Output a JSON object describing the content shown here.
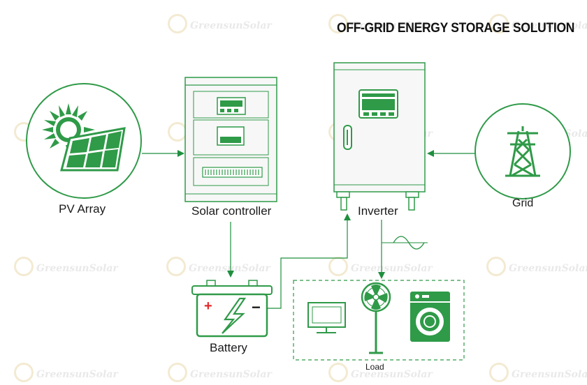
{
  "title": "OFF-GRID ENERGY STORAGE SOLUTION",
  "watermark": "GreensunSolar",
  "labels": {
    "pv_array": "PV Array",
    "solar_controller": "Solar controller",
    "inverter": "Inverter",
    "grid": "Grid",
    "battery": "Battery",
    "load": "Load"
  },
  "battery_symbols": {
    "plus": "+",
    "minus": "−"
  },
  "colors": {
    "accent": "#2f9a48",
    "plus": "#e32b2b",
    "line": "#1f8f3e",
    "cabinet_fill": "#f7f7f7",
    "text": "#1a1a1a"
  }
}
